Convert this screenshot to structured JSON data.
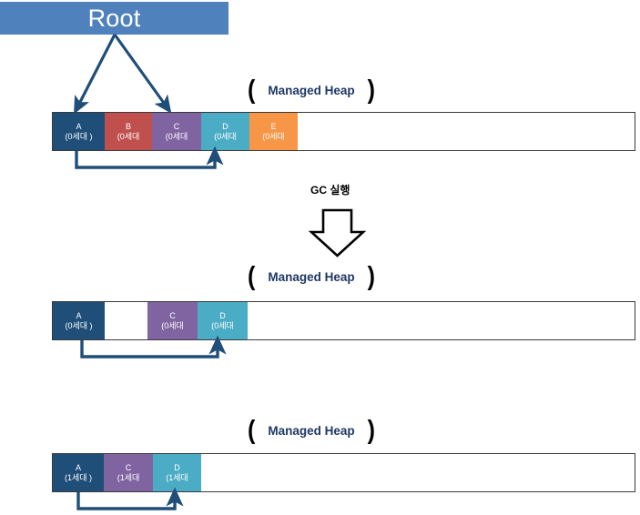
{
  "root": {
    "label": "Root",
    "color": "#4F81BD"
  },
  "captions": {
    "open_brace": "(",
    "close_brace": ")",
    "managed_heap": "Managed Heap"
  },
  "gc": {
    "label": "GC 실행",
    "arrow_icon": "down-arrow-icon"
  },
  "colors": {
    "block_a": "#1F4E79",
    "block_b": "#C0504D",
    "block_c": "#8064A2",
    "block_d": "#4BACC6",
    "block_e": "#F79646",
    "connector": "#1F4E79",
    "heap_border": "#3a3a3a"
  },
  "heaps": [
    {
      "id": "heap-before-gc",
      "caption": "Managed Heap",
      "blocks": [
        {
          "name": "A",
          "gen": "(0세대 )",
          "color": "#1F4E79"
        },
        {
          "name": "B",
          "gen": "(0세대",
          "color": "#C0504D"
        },
        {
          "name": "C",
          "gen": "(0세대",
          "color": "#8064A2"
        },
        {
          "name": "D",
          "gen": "(0세대",
          "color": "#4BACC6"
        },
        {
          "name": "E",
          "gen": "(0세대",
          "color": "#F79646"
        }
      ]
    },
    {
      "id": "heap-after-gc",
      "caption": "Managed Heap",
      "blocks": [
        {
          "name": "A",
          "gen": "(0세대 )",
          "color": "#1F4E79"
        },
        {
          "name": "C",
          "gen": "(0세대",
          "color": "#8064A2"
        },
        {
          "name": "D",
          "gen": "(0세대",
          "color": "#4BACC6"
        }
      ]
    },
    {
      "id": "heap-compacted",
      "caption": "Managed Heap",
      "blocks": [
        {
          "name": "A",
          "gen": "(1세대 )",
          "color": "#1F4E79"
        },
        {
          "name": "C",
          "gen": "(1세대",
          "color": "#8064A2"
        },
        {
          "name": "D",
          "gen": "(1세대",
          "color": "#4BACC6"
        }
      ]
    }
  ]
}
